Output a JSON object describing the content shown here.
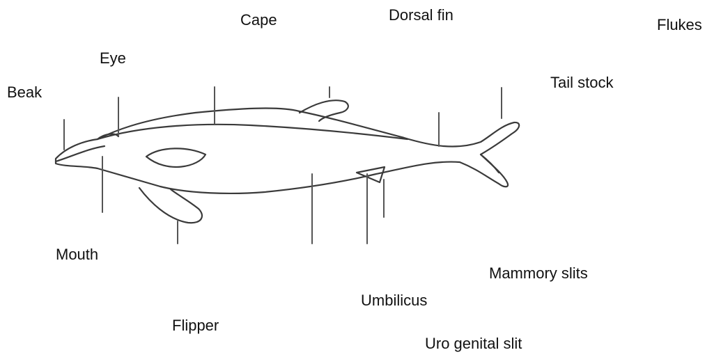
{
  "diagram": {
    "labels": {
      "cape": "Cape",
      "dorsal_fin": "Dorsal fin",
      "flukes": "Flukes",
      "eye": "Eye",
      "beak": "Beak",
      "tail_stock": "Tail stock",
      "mouth": "Mouth",
      "mammory_slits": "Mammory slits",
      "umbilicus": "Umbilicus",
      "flipper": "Flipper",
      "uro_genital_slit": "Uro genital slit"
    }
  }
}
